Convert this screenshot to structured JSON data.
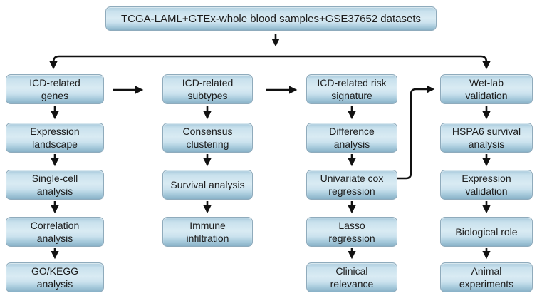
{
  "title_box": {
    "label": "TCGA-LAML+GTEx-whole blood samples+GSE37652 datasets"
  },
  "columns": [
    {
      "items": [
        {
          "label": "ICD-related\ngenes"
        },
        {
          "label": "Expression\nlandscape"
        },
        {
          "label": "Single-cell\nanalysis"
        },
        {
          "label": "Correlation\nanalysis"
        },
        {
          "label": "GO/KEGG\nanalysis"
        }
      ]
    },
    {
      "items": [
        {
          "label": "ICD-related\nsubtypes"
        },
        {
          "label": "Consensus\nclustering"
        },
        {
          "label": "Survival analysis"
        },
        {
          "label": "Immune\ninfiltration"
        }
      ]
    },
    {
      "items": [
        {
          "label": "ICD-related risk\nsignature"
        },
        {
          "label": "Difference\nanalysis"
        },
        {
          "label": "Univariate cox\nregression"
        },
        {
          "label": "Lasso\nregression"
        },
        {
          "label": "Clinical\nrelevance"
        }
      ]
    },
    {
      "items": [
        {
          "label": "Wet-lab\nvalidation"
        },
        {
          "label": "HSPA6 survival\nanalysis"
        },
        {
          "label": "Expression\nvalidation"
        },
        {
          "label": "Biological role"
        },
        {
          "label": "Animal\nexperiments"
        }
      ]
    }
  ],
  "colors": {
    "box_border": "#8fabbc",
    "box_fill_light": "#d9ebf3",
    "box_fill_dark": "#89b1c7",
    "arrow": "#111111",
    "background": "#ffffff",
    "text": "#1c1c1c"
  }
}
